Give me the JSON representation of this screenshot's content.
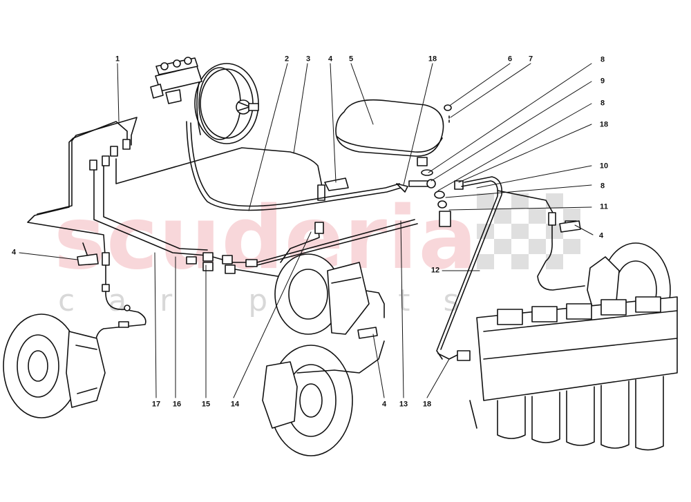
{
  "watermark": {
    "brand": "scuderia",
    "subtitle": "car parts"
  },
  "callouts": [
    {
      "id": "c1",
      "label": "1",
      "part": "1"
    },
    {
      "id": "c2",
      "label": "2",
      "part": "2"
    },
    {
      "id": "c3",
      "label": "3",
      "part": "3"
    },
    {
      "id": "c4a",
      "label": "4",
      "part": "4"
    },
    {
      "id": "c5",
      "label": "5",
      "part": "5"
    },
    {
      "id": "c18a",
      "label": "18",
      "part": "18"
    },
    {
      "id": "c6",
      "label": "6",
      "part": "6"
    },
    {
      "id": "c7",
      "label": "7",
      "part": "7"
    },
    {
      "id": "c8a",
      "label": "8",
      "part": "8"
    },
    {
      "id": "c9",
      "label": "9",
      "part": "9"
    },
    {
      "id": "c8b",
      "label": "8",
      "part": "8"
    },
    {
      "id": "c18b",
      "label": "18",
      "part": "18"
    },
    {
      "id": "c10",
      "label": "10",
      "part": "10"
    },
    {
      "id": "c8c",
      "label": "8",
      "part": "8"
    },
    {
      "id": "c11",
      "label": "11",
      "part": "11"
    },
    {
      "id": "c4b",
      "label": "4",
      "part": "4"
    },
    {
      "id": "c4c",
      "label": "4",
      "part": "4"
    },
    {
      "id": "c12",
      "label": "12",
      "part": "12"
    },
    {
      "id": "c17",
      "label": "17",
      "part": "17"
    },
    {
      "id": "c16",
      "label": "16",
      "part": "16"
    },
    {
      "id": "c15",
      "label": "15",
      "part": "15"
    },
    {
      "id": "c14",
      "label": "14",
      "part": "14"
    },
    {
      "id": "c4d",
      "label": "4",
      "part": "4"
    },
    {
      "id": "c13",
      "label": "13",
      "part": "13"
    },
    {
      "id": "c18c",
      "label": "18",
      "part": "18"
    }
  ]
}
